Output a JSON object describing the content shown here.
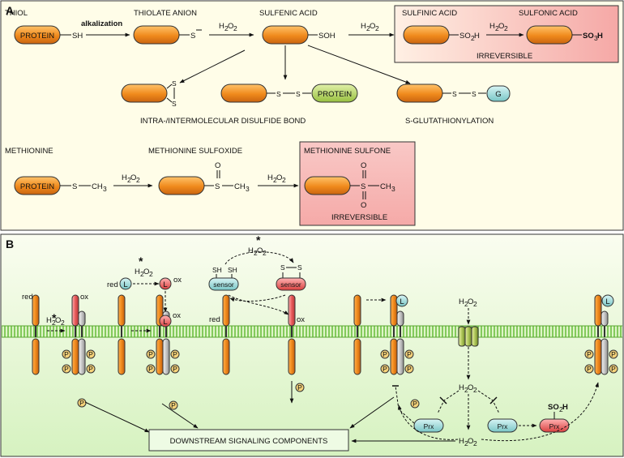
{
  "panel_a": {
    "letter": "A",
    "thiol": "THIOL",
    "protein": "PROTEIN",
    "sh": "SH",
    "alkalization": "alkalization",
    "thiolate_anion": "THIOLATE ANION",
    "s_minus": "S",
    "sulfenic_acid": "SULFENIC ACID",
    "soh": "SOH",
    "h2o2": "H",
    "h2o2_sub2": "2",
    "h2o2_o": "O",
    "sulfinic_acid": "SULFINIC ACID",
    "so2h": "SO",
    "so2h_h": "H",
    "sulfonic_acid": "SULFONIC ACID",
    "so3h": "SO",
    "sub3": "3",
    "irreversible": "IRREVERSIBLE",
    "s": "S",
    "g": "G",
    "disulfide": "INTRA-/INTERMOLECULAR DISULFIDE BOND",
    "glutathionylation": "S-GLUTATHIONYLATION",
    "methionine": "METHIONINE",
    "methionine_sulfoxide": "METHIONINE SULFOXIDE",
    "methionine_sulfone": "METHIONINE SULFONE",
    "ch3": "CH",
    "o": "O"
  },
  "panel_b": {
    "letter": "B",
    "star": "*",
    "red": "red",
    "ox": "ox",
    "l": "L",
    "sh": "SH",
    "s": "S",
    "sensor": "sensor",
    "p": "P",
    "prx": "Prx",
    "downstream": "DOWNSTREAM SIGNALING COMPONENTS"
  },
  "colors": {
    "orange": "#f08a1c",
    "red_ox": "#e85a5a",
    "cyan": "#a8e0e0",
    "lime": "#b8d860",
    "irreversible_bg": "#f7c4c0",
    "panel_a_bg": "#fffde8",
    "panel_b_bg": "#eef8d8",
    "membrane": "#6cc040",
    "p_circle": "#f5d27a"
  }
}
